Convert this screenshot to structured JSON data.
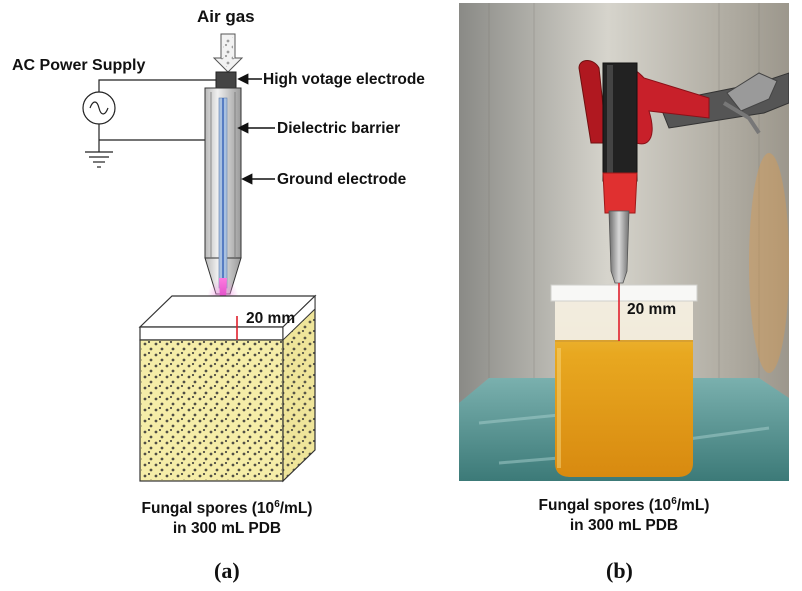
{
  "panel_a": {
    "labels": {
      "air_gas": "Air gas",
      "power_supply": "AC Power Supply",
      "hv_electrode": "High votage electrode",
      "dielectric": "Dielectric barrier",
      "ground": "Ground electrode",
      "distance": "20 mm"
    },
    "caption_pre": "Fungal spores (10",
    "caption_sup": "6",
    "caption_post": "/mL)",
    "caption_line2": "in 300 mL PDB",
    "panel_letter": "(a)"
  },
  "panel_b": {
    "distance": "20 mm",
    "caption_pre": "Fungal spores (10",
    "caption_sup": "6",
    "caption_post": "/mL)",
    "caption_line2": "in 300 mL PDB",
    "panel_letter": "(b)"
  },
  "colors": {
    "liquid": "#f5eda8",
    "plasma": "#d43cc8",
    "distance_line": "#e0202c",
    "photo_liquid": "#e8a820",
    "clamp_red": "#c8202a",
    "table_teal": "#5a9a98"
  },
  "icons": [
    "ac-source-icon",
    "ground-symbol-icon",
    "arrow-icon"
  ]
}
